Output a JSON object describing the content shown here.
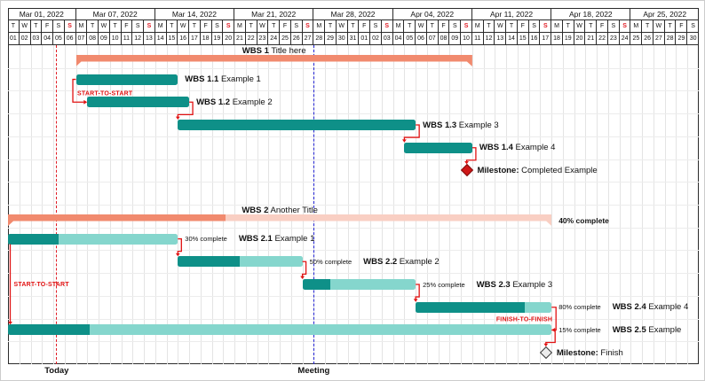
{
  "chart_data": {
    "type": "bar",
    "subtype": "gantt",
    "date_range": {
      "start": "Mar 01, 2022",
      "end": "Apr 30, 2022",
      "total_days": 61
    },
    "weeks": [
      {
        "label": "Mar 01, 2022",
        "days": 6
      },
      {
        "label": "Mar 07, 2022",
        "days": 7
      },
      {
        "label": "Mar 14, 2022",
        "days": 7
      },
      {
        "label": "Mar 21, 2022",
        "days": 7
      },
      {
        "label": "Mar 28, 2022",
        "days": 7
      },
      {
        "label": "Apr 04, 2022",
        "days": 7
      },
      {
        "label": "Apr 11, 2022",
        "days": 7
      },
      {
        "label": "Apr 18, 2022",
        "days": 7
      },
      {
        "label": "Apr 25, 2022",
        "days": 6
      }
    ],
    "day_letters": [
      "T",
      "W",
      "T",
      "F",
      "S",
      "S",
      "M",
      "T",
      "W",
      "T",
      "F",
      "S",
      "S",
      "M",
      "T",
      "W",
      "T",
      "F",
      "S",
      "S",
      "M",
      "T",
      "W",
      "T",
      "F",
      "S",
      "S",
      "M",
      "T",
      "W",
      "T",
      "F",
      "S",
      "S",
      "M",
      "T",
      "W",
      "T",
      "F",
      "S",
      "S",
      "M",
      "T",
      "W",
      "T",
      "F",
      "S",
      "S",
      "M",
      "T",
      "W",
      "T",
      "F",
      "S",
      "S",
      "M",
      "T",
      "W",
      "T",
      "F",
      "S"
    ],
    "day_numbers": [
      "01",
      "02",
      "03",
      "04",
      "05",
      "06",
      "07",
      "08",
      "09",
      "10",
      "11",
      "12",
      "13",
      "14",
      "15",
      "16",
      "17",
      "18",
      "19",
      "20",
      "21",
      "22",
      "23",
      "24",
      "25",
      "26",
      "27",
      "28",
      "29",
      "30",
      "31",
      "01",
      "02",
      "03",
      "04",
      "05",
      "06",
      "07",
      "08",
      "09",
      "10",
      "11",
      "12",
      "13",
      "14",
      "15",
      "16",
      "17",
      "18",
      "19",
      "20",
      "21",
      "22",
      "23",
      "24",
      "25",
      "26",
      "27",
      "28",
      "29",
      "30"
    ],
    "sundays": [
      5,
      12,
      19,
      26,
      33,
      40,
      47,
      54
    ],
    "tasks": [
      {
        "id": "g1",
        "row": 0,
        "kind": "group",
        "bold": "WBS 1",
        "text": "Title here",
        "start": "Mar 07",
        "end": "Apr 10",
        "start_idx": 6,
        "end_idx": 41,
        "progress": null
      },
      {
        "id": "t11",
        "row": 1,
        "kind": "task",
        "bold": "WBS 1.1",
        "text": "Example 1",
        "start": "Mar 07",
        "end": "Mar 15",
        "start_idx": 6,
        "end_idx": 15,
        "progress": null
      },
      {
        "id": "t12",
        "row": 2,
        "kind": "task",
        "bold": "WBS 1.2",
        "text": "Example 2",
        "start": "Mar 08",
        "end": "Mar 16",
        "start_idx": 7,
        "end_idx": 16,
        "progress": null
      },
      {
        "id": "t13",
        "row": 3,
        "kind": "task",
        "bold": "WBS 1.3",
        "text": "Example 3",
        "start": "Mar 16",
        "end": "Apr 05",
        "start_idx": 15,
        "end_idx": 36,
        "progress": null
      },
      {
        "id": "t14",
        "row": 4,
        "kind": "task",
        "bold": "WBS 1.4",
        "text": "Example 4",
        "start": "Apr 05",
        "end": "Apr 10",
        "start_idx": 35,
        "end_idx": 41,
        "progress": null
      },
      {
        "id": "ms1",
        "row": 5,
        "kind": "milestone",
        "bold": "Milestone:",
        "text": "Completed Example",
        "date": "Apr 10",
        "day_idx": 40,
        "style": "completed"
      },
      {
        "id": "g2",
        "row": 7,
        "kind": "group",
        "bold": "WBS 2",
        "text": "Another Title",
        "start": "Mar 01",
        "end": "Apr 17",
        "start_idx": 0,
        "end_idx": 48,
        "progress": 40,
        "progress_label": "40% complete"
      },
      {
        "id": "t21",
        "row": 8,
        "kind": "task",
        "bold": "WBS 2.1",
        "text": "Example 1",
        "start": "Mar 01",
        "end": "Mar 15",
        "start_idx": 0,
        "end_idx": 15,
        "progress": 30,
        "progress_label": "30% complete"
      },
      {
        "id": "t22",
        "row": 9,
        "kind": "task",
        "bold": "WBS 2.2",
        "text": "Example 2",
        "start": "Mar 16",
        "end": "Mar 26",
        "start_idx": 15,
        "end_idx": 26,
        "progress": 50,
        "progress_label": "50% complete"
      },
      {
        "id": "t23",
        "row": 10,
        "kind": "task",
        "bold": "WBS 2.3",
        "text": "Example 3",
        "start": "Mar 27",
        "end": "Apr 05",
        "start_idx": 26,
        "end_idx": 36,
        "progress": 25,
        "progress_label": "25% complete"
      },
      {
        "id": "t24",
        "row": 11,
        "kind": "task",
        "bold": "WBS 2.4",
        "text": "Example 4",
        "start": "Apr 06",
        "end": "Apr 17",
        "start_idx": 36,
        "end_idx": 48,
        "progress": 80,
        "progress_label": "80% complete"
      },
      {
        "id": "t25",
        "row": 12,
        "kind": "task",
        "bold": "WBS 2.5",
        "text": "Example",
        "start": "Mar 01",
        "end": "Apr 17",
        "start_idx": 0,
        "end_idx": 48,
        "progress": 15,
        "progress_label": "15% complete"
      },
      {
        "id": "ms2",
        "row": 13,
        "kind": "milestone",
        "bold": "Milestone:",
        "text": "Finish",
        "date": "Apr 17",
        "day_idx": 47,
        "style": "pending"
      }
    ],
    "links": [
      {
        "from": "t11",
        "to": "t12",
        "type": "ss",
        "label": "START-TO-START"
      },
      {
        "from": "t12",
        "to": "t13",
        "type": "fs"
      },
      {
        "from": "t13",
        "to": "t14",
        "type": "fs"
      },
      {
        "from": "t14",
        "to": "ms1",
        "type": "fs"
      },
      {
        "from": "t21",
        "to": "t22",
        "type": "fs"
      },
      {
        "from": "t22",
        "to": "t23",
        "type": "fs"
      },
      {
        "from": "t23",
        "to": "t24",
        "type": "fs"
      },
      {
        "from": "t21",
        "to": "t25",
        "type": "ss",
        "label": "START-TO-START"
      },
      {
        "from": "t24",
        "to": "t25",
        "type": "ff",
        "label": "FINISH-TO-FINISH"
      },
      {
        "from": "t25",
        "to": "ms2",
        "type": "fs"
      }
    ],
    "verticals": [
      {
        "id": "today",
        "label": "Today",
        "date": "Mar 05",
        "day_pos": 4.3,
        "style": "dashed",
        "color_key": "today"
      },
      {
        "id": "meeting",
        "label": "Meeting",
        "date": "Mar 28",
        "day_pos": 27.0,
        "style": "dashed",
        "color_key": "meeting"
      }
    ]
  },
  "colors": {
    "task_complete": "#0e9088",
    "task_incomplete": "#85d6cd",
    "group_complete": "#f18a6e",
    "group_incomplete": "#f9cfc3",
    "link": "#e11212",
    "milestone_completed_fill": "#cf1717",
    "milestone_completed_border": "#7e0d0d",
    "milestone_pending_fill": "#ececec",
    "milestone_pending_border": "#3a3a3a",
    "sunday": "#e01b24",
    "today": "#e01b24",
    "meeting": "#2323d3"
  }
}
